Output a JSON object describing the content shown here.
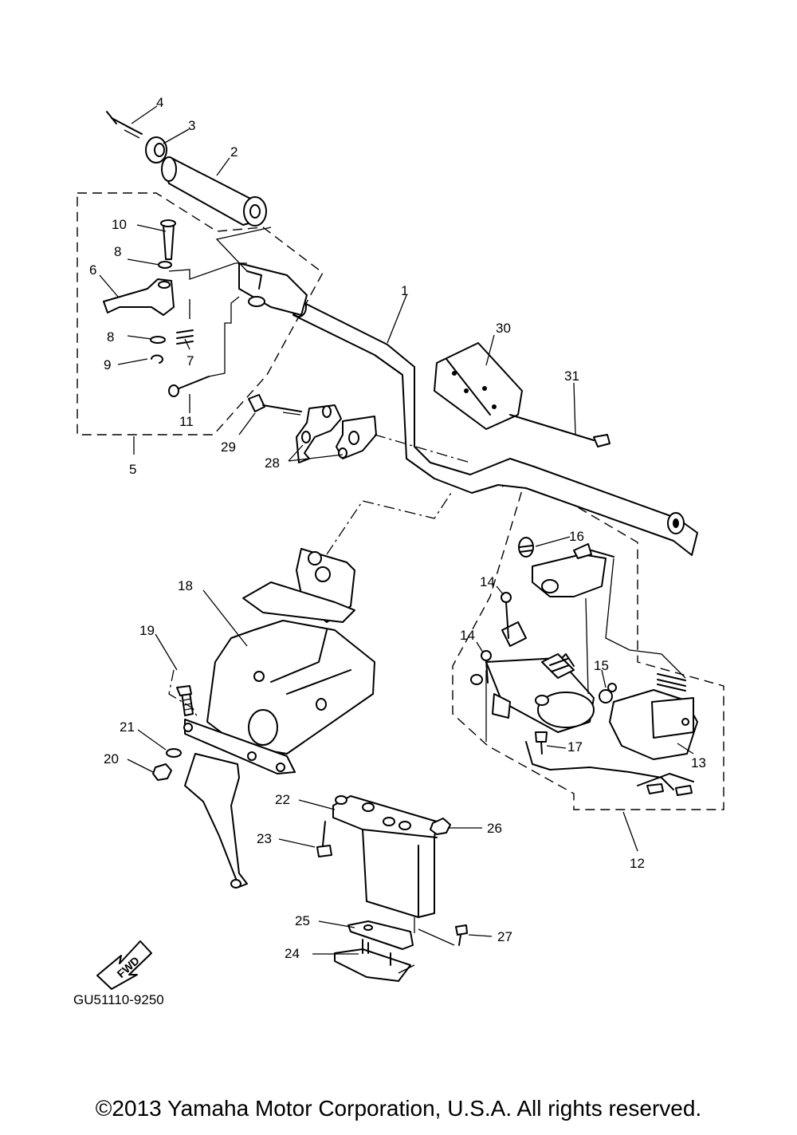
{
  "diagram": {
    "code": "GU51110-9250",
    "fwd_label": "FWD",
    "callouts": [
      "1",
      "2",
      "3",
      "4",
      "5",
      "6",
      "7",
      "8",
      "8",
      "9",
      "10",
      "11",
      "12",
      "13",
      "14",
      "14",
      "15",
      "16",
      "17",
      "18",
      "19",
      "20",
      "21",
      "22",
      "23",
      "24",
      "25",
      "26",
      "27",
      "28",
      "29",
      "30",
      "31"
    ]
  },
  "footer": {
    "copyright": "©2013 Yamaha Motor Corporation, U.S.A. All rights reserved."
  }
}
